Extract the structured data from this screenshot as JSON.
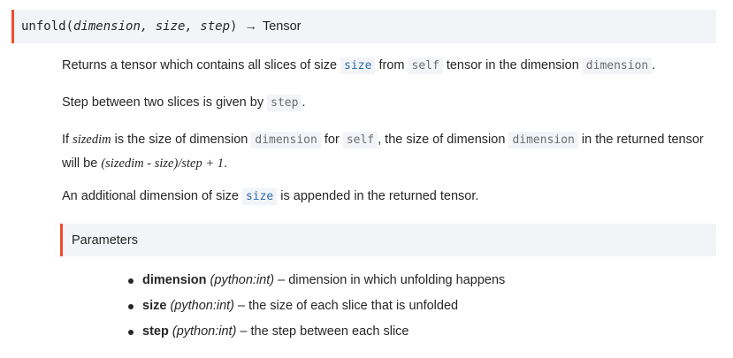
{
  "signature": {
    "name": "unfold",
    "open_paren": "(",
    "params": "dimension, size, step",
    "close_paren": ")",
    "arrow": "→",
    "return_type": "Tensor"
  },
  "para1": {
    "t1": "Returns a tensor which contains all slices of size ",
    "c1": "size",
    "t2": " from ",
    "c2": "self",
    "t3": " tensor in the dimension ",
    "c3": "dimension",
    "t4": "."
  },
  "para2": {
    "t1": "Step between two slices is given by ",
    "c1": "step",
    "t2": "."
  },
  "para3": {
    "t1": "If ",
    "e1": "sizedim",
    "t2": " is the size of dimension ",
    "c1": "dimension",
    "t3": " for ",
    "c2": "self",
    "t4": ", the size of dimension ",
    "c3": "dimension",
    "t5": " in the returned tensor",
    "t6": "will be ",
    "formula": "(sizedim - size)/step + 1",
    "t7": "."
  },
  "para4": {
    "t1": "An additional dimension of size ",
    "c1": "size",
    "t2": " is appended in the returned tensor."
  },
  "parameters": {
    "heading": "Parameters",
    "items": [
      {
        "name": "dimension",
        "type": "(python:int)",
        "desc": " – dimension in which unfolding happens"
      },
      {
        "name": "size",
        "type": "(python:int)",
        "desc": " – the size of each slice that is unfolded"
      },
      {
        "name": "step",
        "type": "(python:int)",
        "desc": " – the step between each slice"
      }
    ]
  }
}
